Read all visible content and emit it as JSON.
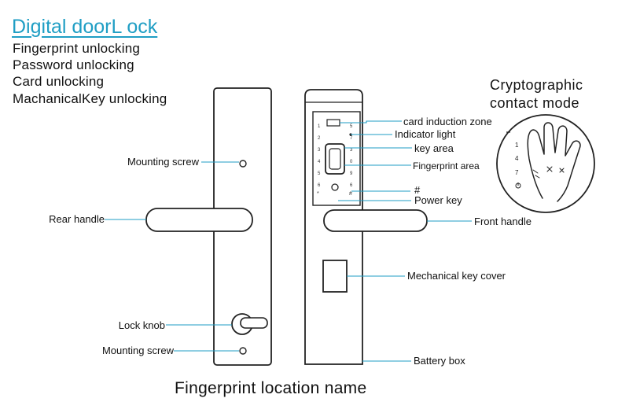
{
  "title": "Digital doorL ock",
  "features": [
    "Fingerprint unlocking",
    "Password unlocking",
    "Card unlocking",
    "MachanicalKey unlocking"
  ],
  "cryptographic_mode": {
    "line1": "Cryptographic",
    "line2": "contact mode"
  },
  "labels": {
    "mounting_screw_top": "Mounting screw",
    "rear_handle": "Rear handle",
    "lock_knob": "Lock knob",
    "mounting_screw_bottom": "Mounting screw",
    "card_induction_zone": "card induction zone",
    "indicator_light": "Indicator light",
    "key_area": "key area",
    "fingerprint_area": "Fingerprint area",
    "hash_key": "#",
    "power_key": "Power key",
    "front_handle": "Front handle",
    "mechanical_key_cover": "Mechanical key cover",
    "battery_box": "Battery box"
  },
  "keypad": {
    "left_keys": [
      "1",
      "2",
      "3",
      "4",
      "5",
      "6"
    ],
    "right_keys": [
      "5",
      "7",
      "3",
      "0",
      "9",
      "6"
    ],
    "bottom_left": "*",
    "bottom_right": "#"
  },
  "circle_keypad": [
    "1",
    "4",
    "7"
  ],
  "caption": "Fingerprint location name",
  "colors": {
    "title": "#1f9ec4",
    "leader_line": "#1f9ec4",
    "outline": "#222222"
  }
}
